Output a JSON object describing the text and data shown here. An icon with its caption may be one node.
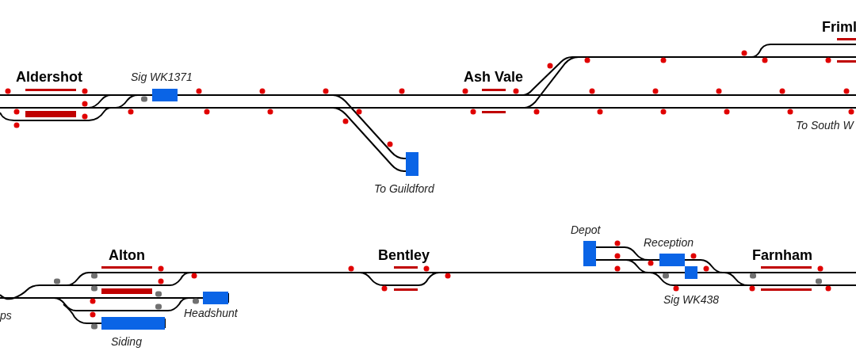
{
  "diagram": {
    "labels": [
      "Friml",
      "Aldershot",
      "Sig WK1371",
      "Ash Vale",
      "To South W",
      "To Guildford",
      "Depot",
      "Reception",
      "Alton",
      "Bentley",
      "Farnham",
      "Sig WK438",
      "Headshunt",
      "ps",
      "Siding"
    ]
  }
}
